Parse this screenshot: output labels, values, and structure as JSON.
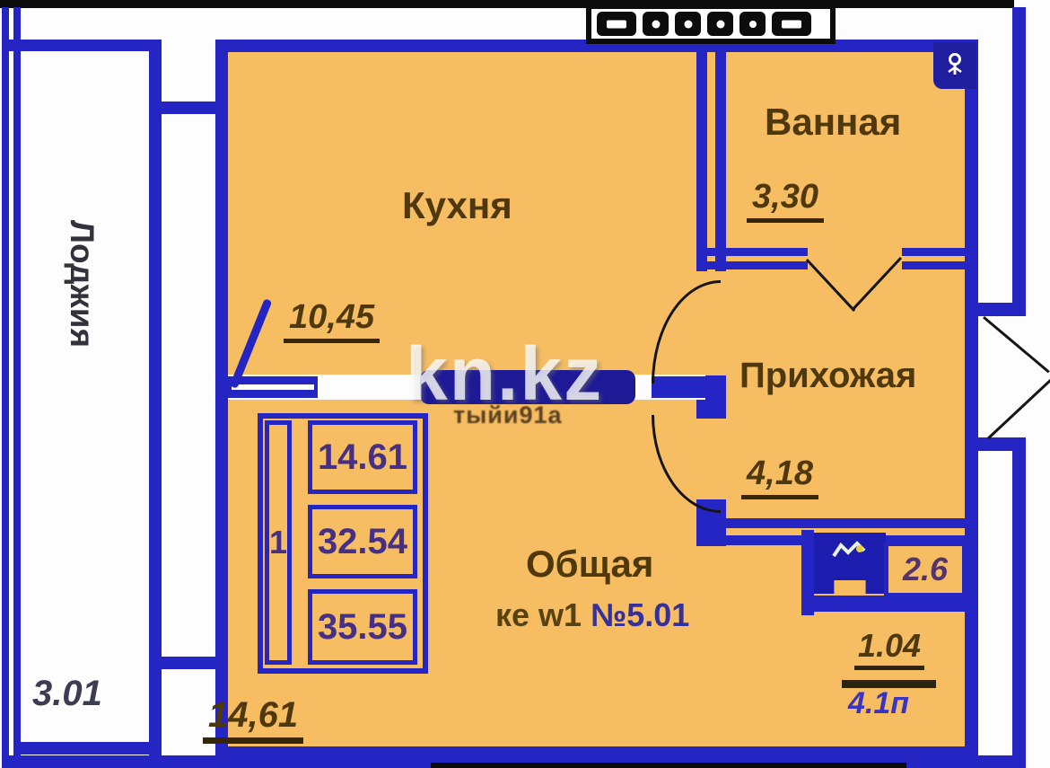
{
  "watermark": {
    "text": "kn.kz"
  },
  "rooms": {
    "loggia": {
      "name": "Лоджия",
      "area": "3.01"
    },
    "kitchen": {
      "name": "Кухня",
      "area": "10,45"
    },
    "bathroom": {
      "name": "Ванная",
      "area": "3,30"
    },
    "hallway": {
      "name": "Прихожая",
      "area": "4,18"
    },
    "living": {
      "name": "Общая",
      "subtitle_left": "ке w1",
      "subtitle_right": "№5.01",
      "area_bottom": "14,61"
    },
    "wc": {
      "area": "2.6"
    },
    "aux": {
      "area_top": "1.04",
      "area_bottom": "4.1п"
    }
  },
  "table": {
    "row_label": "1",
    "values": [
      "14.61",
      "32.54",
      "35.55"
    ]
  },
  "labels": {
    "garbled": "тыйи91а"
  },
  "icons": {
    "bath_corner": "vent-icon",
    "wc_block": "washbasin-icon"
  },
  "colors": {
    "wall_blue": "#2525c3",
    "room_fill": "#f6bd63",
    "label_brown": "#4e380c",
    "table_indigo": "#463086",
    "outline_black": "#0c0c0c"
  }
}
